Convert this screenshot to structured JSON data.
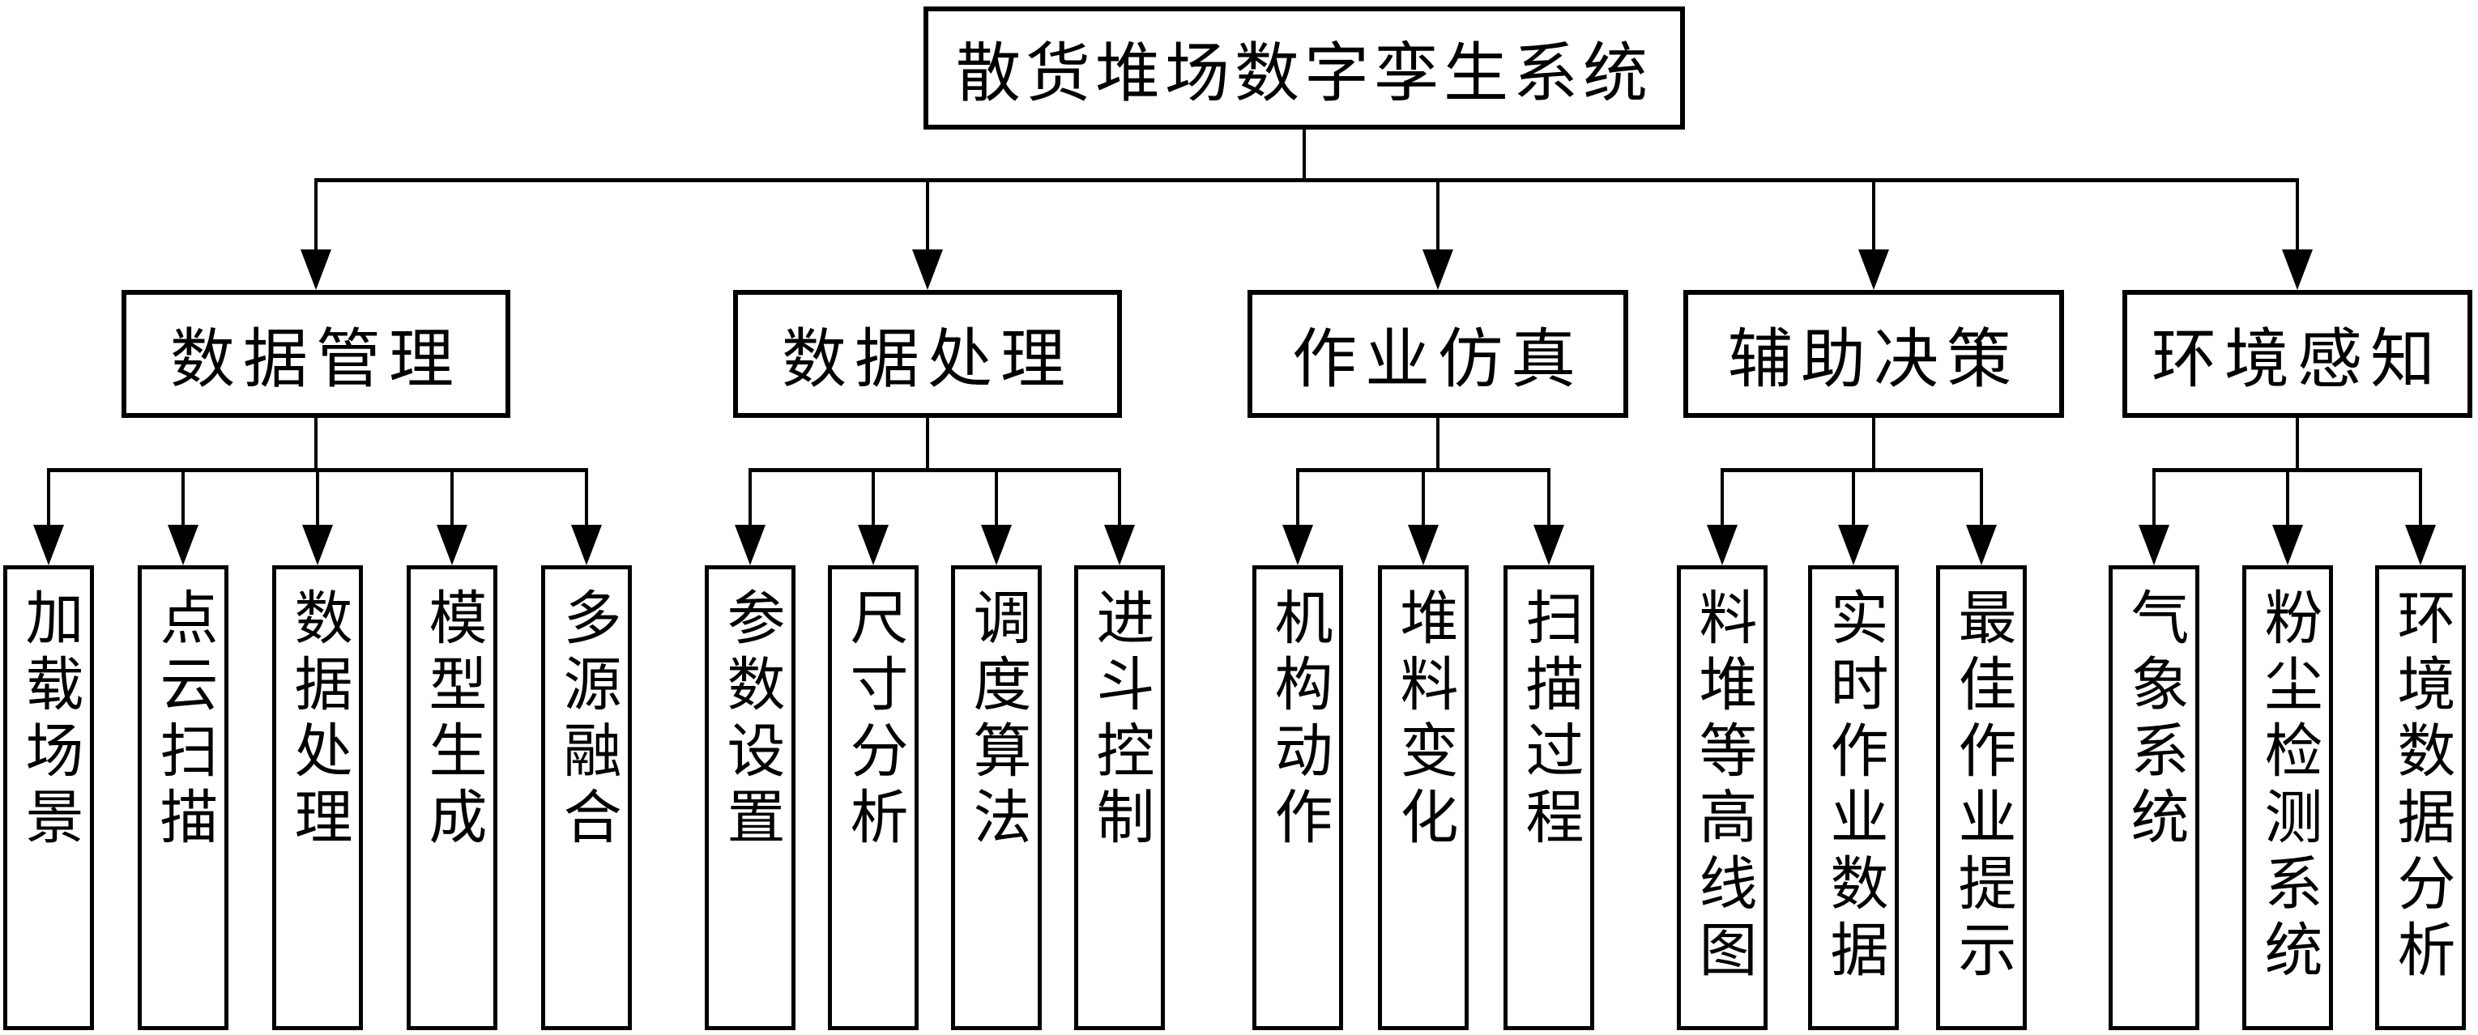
{
  "figure": {
    "type": "hierarchy-flowchart",
    "root": {
      "label": "散货堆场数字孪生系统"
    },
    "branches": [
      {
        "label": "数据管理",
        "children": [
          "加载场景",
          "点云扫描",
          "数据处理",
          "模型生成",
          "多源融合"
        ]
      },
      {
        "label": "数据处理",
        "children": [
          "参数设置",
          "尺寸分析",
          "调度算法",
          "进斗控制"
        ]
      },
      {
        "label": "作业仿真",
        "children": [
          "机构动作",
          "堆料变化",
          "扫描过程"
        ]
      },
      {
        "label": "辅助决策",
        "children": [
          "料堆等高线图",
          "实时作业数据",
          "最佳作业提示"
        ]
      },
      {
        "label": "环境感知",
        "children": [
          "气象系统",
          "粉尘检测系统",
          "环境数据分析"
        ]
      }
    ]
  },
  "colors": {
    "line": "#000000",
    "background": "#ffffff",
    "text": "#000000"
  }
}
